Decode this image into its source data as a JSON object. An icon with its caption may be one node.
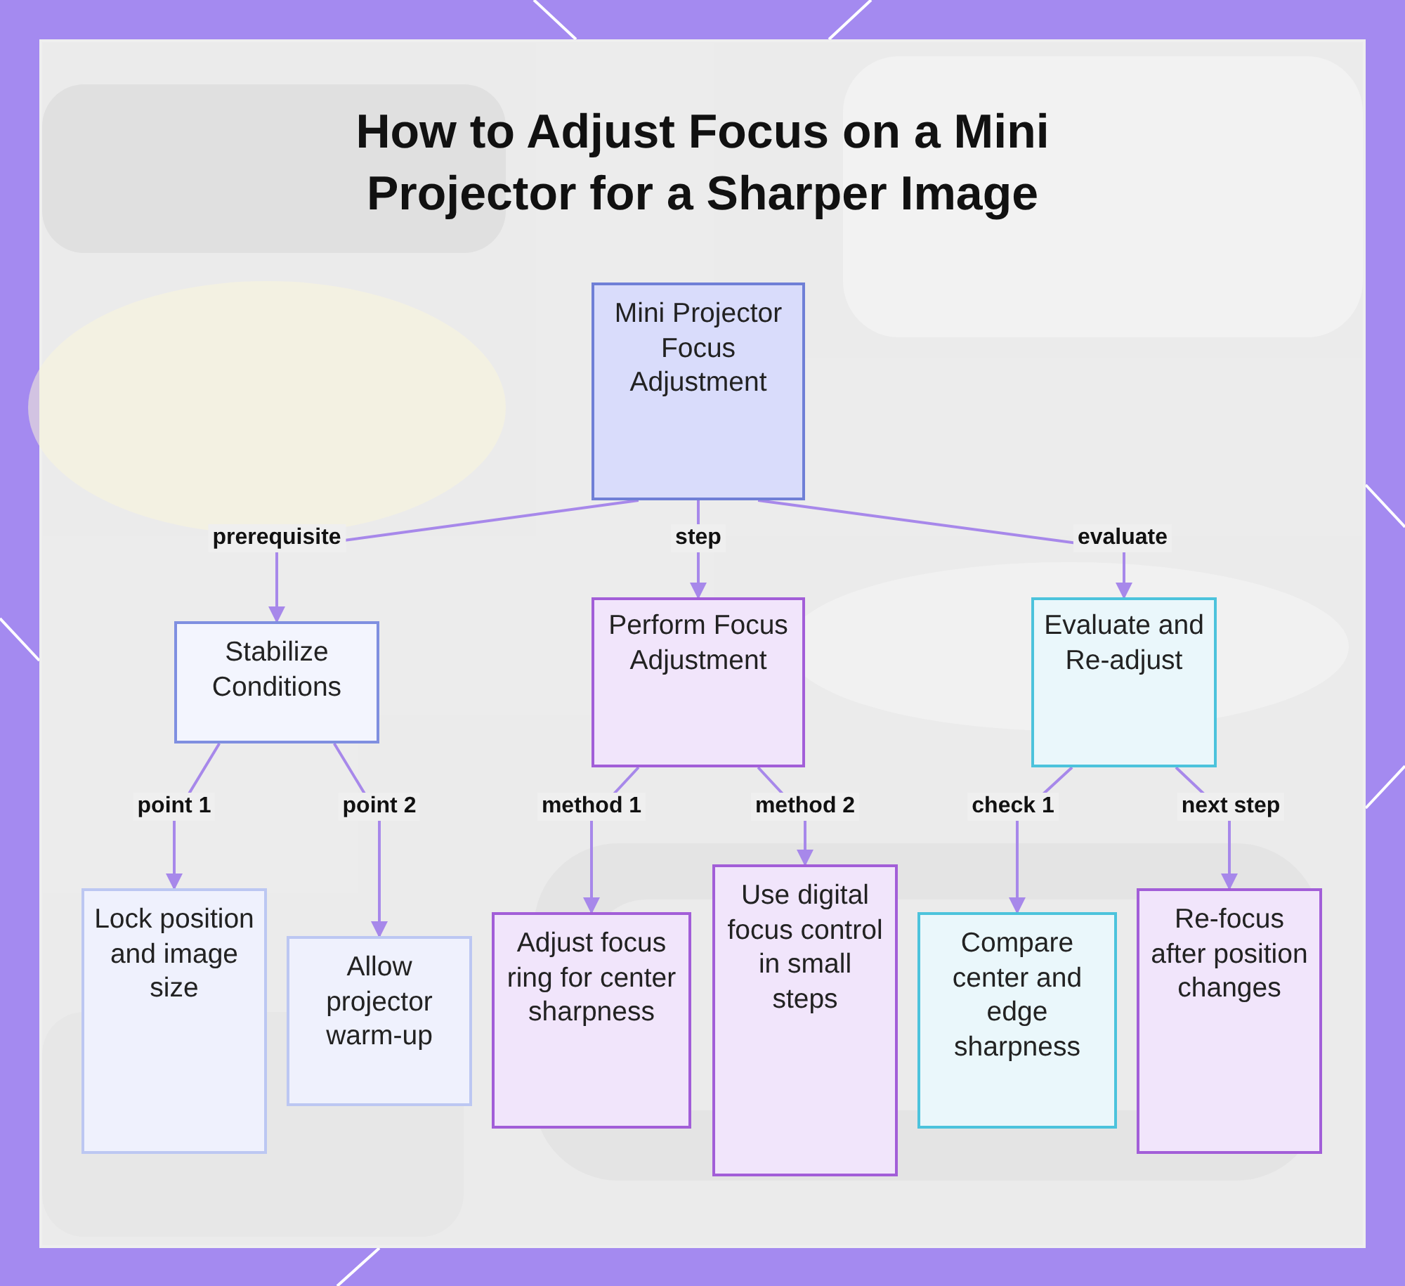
{
  "diagram": {
    "title": "How to Adjust Focus on a Mini Projector for a Sharper Image",
    "nodes": [
      {
        "text": [
          "Mini Projector Focus Adjustment"
        ]
      },
      {
        "text": [
          "Stabilize Conditions"
        ]
      },
      {
        "text": [
          "Perform Focus Adjustment"
        ]
      },
      {
        "text": [
          "Evaluate and Re-adjust"
        ]
      },
      {
        "text": [
          "Lock position and image size"
        ]
      },
      {
        "text": [
          "Allow projector warm-up"
        ]
      },
      {
        "text": [
          "Adjust focus ring for center sharpness"
        ]
      },
      {
        "text": [
          "Use digital focus control in small steps"
        ]
      },
      {
        "text": [
          "Compare center and edge sharpness"
        ]
      },
      {
        "text": [
          "Re-focus after position changes"
        ]
      }
    ],
    "edges": [
      {
        "from": 0,
        "to": 1,
        "arrow": "to",
        "label": "prerequisite"
      },
      {
        "from": 0,
        "to": 2,
        "arrow": "to",
        "label": "step"
      },
      {
        "from": 0,
        "to": 3,
        "arrow": "to",
        "label": "evaluate"
      },
      {
        "from": 1,
        "to": 4,
        "arrow": "to",
        "label": "point 1"
      },
      {
        "from": 1,
        "to": 5,
        "arrow": "to",
        "label": "point 2"
      },
      {
        "from": 2,
        "to": 6,
        "arrow": "to",
        "label": "method 1"
      },
      {
        "from": 2,
        "to": 7,
        "arrow": "to",
        "label": "method 2"
      },
      {
        "from": 3,
        "to": 8,
        "arrow": "to",
        "label": "check 1"
      },
      {
        "from": 3,
        "to": 9,
        "arrow": "to",
        "label": "next step"
      }
    ]
  }
}
